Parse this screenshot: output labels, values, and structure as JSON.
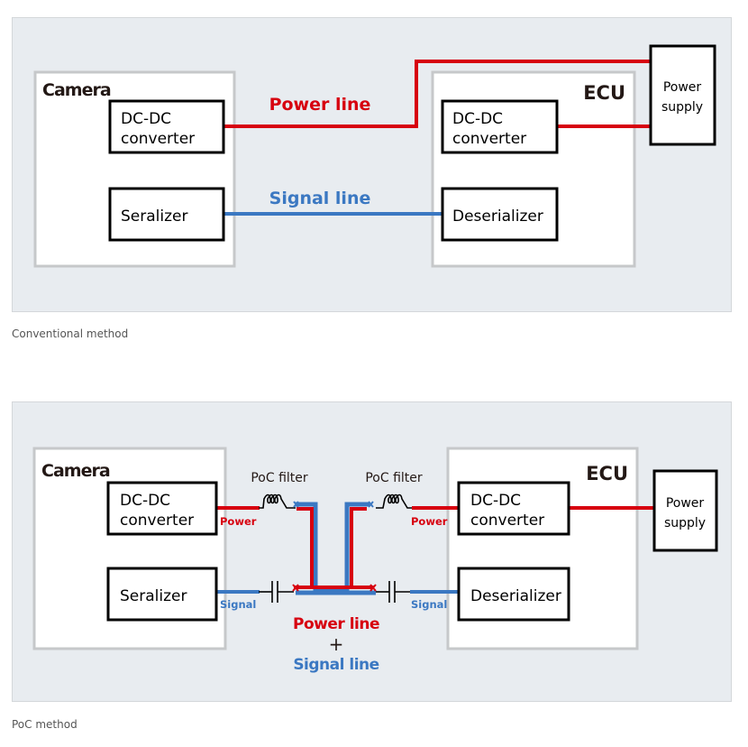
{
  "colors": {
    "power": "#d7000f",
    "signal": "#3b78c2",
    "panel_bg": "#e8ecf0",
    "text": "#231815"
  },
  "conventional": {
    "caption": "Conventional method",
    "camera": {
      "title": "Camera",
      "dcdc_line1": "DC-DC",
      "dcdc_line2": "converter",
      "serializer": "Seralizer"
    },
    "ecu": {
      "title": "ECU",
      "dcdc_line1": "DC-DC",
      "dcdc_line2": "converter",
      "deserializer": "Deserializer"
    },
    "power_supply_line1": "Power",
    "power_supply_line2": "supply",
    "power_line_label": "Power line",
    "signal_line_label": "Signal line"
  },
  "poc": {
    "caption": "PoC method",
    "camera": {
      "title": "Camera",
      "dcdc_line1": "DC-DC",
      "dcdc_line2": "converter",
      "serializer": "Seralizer"
    },
    "ecu": {
      "title": "ECU",
      "dcdc_line1": "DC-DC",
      "dcdc_line2": "converter",
      "deserializer": "Deserializer"
    },
    "power_supply_line1": "Power",
    "power_supply_line2": "supply",
    "filter_left": "PoC filter",
    "filter_right": "PoC filter",
    "power_small_left": "Power",
    "power_small_right": "Power",
    "signal_small_left": "Signal",
    "signal_small_right": "Signal",
    "combined_power": "Power line",
    "combined_plus": "+",
    "combined_signal": "Signal line"
  }
}
